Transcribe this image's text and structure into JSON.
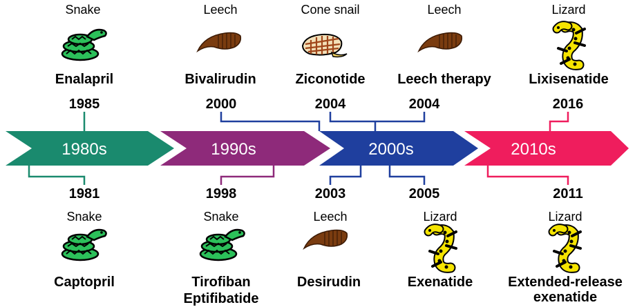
{
  "eras": [
    {
      "label": "1980s",
      "color": "#1a8a6e"
    },
    {
      "label": "1990s",
      "color": "#8e2a7a"
    },
    {
      "label": "2000s",
      "color": "#1f3f9e"
    },
    {
      "label": "2010s",
      "color": "#ef1d5d"
    }
  ],
  "events_top": [
    {
      "source": "Snake",
      "drug": "Enalapril",
      "year": "1985",
      "icon": "snake-icon"
    },
    {
      "source": "Leech",
      "drug": "Bivalirudin",
      "year": "2000",
      "icon": "leech-icon"
    },
    {
      "source": "Cone snail",
      "drug": "Ziconotide",
      "year": "2004",
      "icon": "cone-snail-icon"
    },
    {
      "source": "Leech",
      "drug": "Leech therapy",
      "year": "2004",
      "icon": "leech-icon"
    },
    {
      "source": "Lizard",
      "drug": "Lixisenatide",
      "year": "2016",
      "icon": "lizard-icon"
    }
  ],
  "events_bottom": [
    {
      "source": "Snake",
      "drug": "Captopril",
      "drug2": "",
      "year": "1981",
      "icon": "snake-icon"
    },
    {
      "source": "Snake",
      "drug": "Tirofiban",
      "drug2": "Eptifibatide",
      "year": "1998",
      "icon": "snake-icon"
    },
    {
      "source": "Leech",
      "drug": "Desirudin",
      "drug2": "",
      "year": "2003",
      "icon": "leech-icon"
    },
    {
      "source": "Lizard",
      "drug": "Exenatide",
      "drug2": "",
      "year": "2005",
      "icon": "lizard-icon"
    },
    {
      "source": "Lizard",
      "drug": "Extended-release",
      "drug2": "exenatide",
      "year": "2011",
      "icon": "lizard-icon"
    }
  ]
}
